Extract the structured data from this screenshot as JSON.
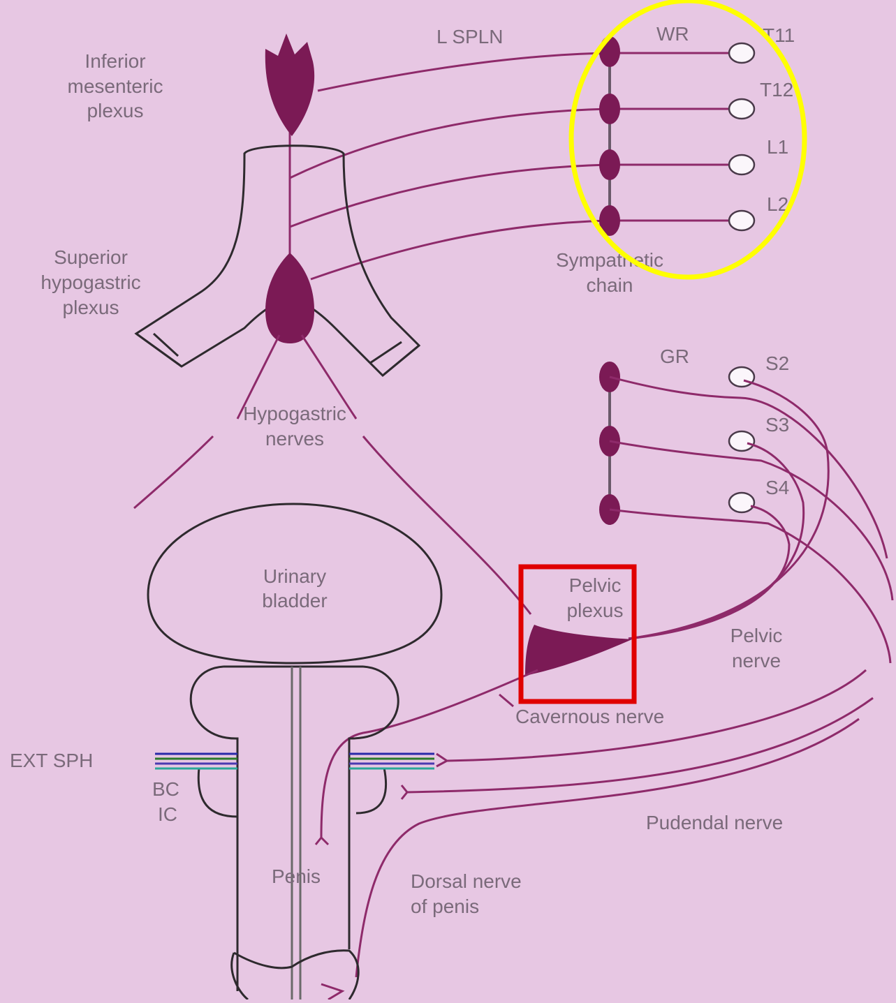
{
  "labels": {
    "inferior_mesenteric_plexus": [
      "Inferior",
      "mesenteric",
      "plexus"
    ],
    "l_spln": "L SPLN",
    "wr": "WR",
    "t11": "T11",
    "t12": "T12",
    "l1": "L1",
    "l2": "L2",
    "superior_hypogastric_plexus": [
      "Superior",
      "hypogastric",
      "plexus"
    ],
    "sympathetic_chain": [
      "Sympathetic",
      "chain"
    ],
    "gr": "GR",
    "s2": "S2",
    "s3": "S3",
    "s4": "S4",
    "hypogastric_nerves": [
      "Hypogastric",
      "nerves"
    ],
    "urinary_bladder": [
      "Urinary",
      "bladder"
    ],
    "pelvic_plexus": [
      "Pelvic",
      "plexus"
    ],
    "pelvic_nerve": [
      "Pelvic",
      "nerve"
    ],
    "cavernous_nerve": "Cavernous nerve",
    "ext_sph": "EXT SPH",
    "bc": "BC",
    "ic": "IC",
    "pudendal_nerve": "Pudendal nerve",
    "penis": "Penis",
    "dorsal_nerve_of_penis": [
      "Dorsal nerve",
      "of penis"
    ]
  },
  "colors": {
    "background": "#e7c7e3",
    "nerve": "#8e2a6a",
    "ganglion": "#7b1a55",
    "highlight_circle": "#ffff00",
    "highlight_box": "#e00000"
  }
}
